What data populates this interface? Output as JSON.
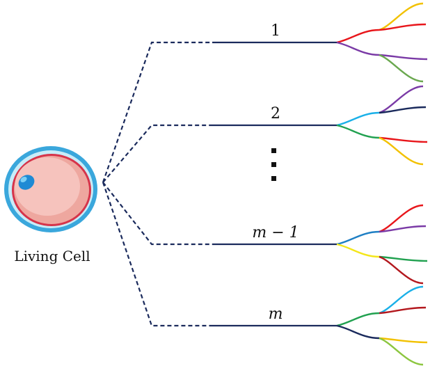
{
  "cell": {
    "label": "Living Cell",
    "colors": {
      "membrane_outer": "#3aa7dc",
      "membrane_inner": "#c8ecf8",
      "body": "#f6c3bd",
      "body_shade": "#eea79f",
      "rim": "#d6344a",
      "nucleus": "#1f8ad4",
      "nucleus_highlight": "#7cd0f5"
    }
  },
  "connector_color": "#1a2a5c",
  "branches": [
    {
      "label": "1",
      "label_italic": false,
      "trunk_colors": [
        "#e8161b",
        "#7a3aa6"
      ],
      "leaf_colors": [
        "#f2c100",
        "#e8161b",
        "#7a3aa6",
        "#6aa84f"
      ]
    },
    {
      "label": "2",
      "label_italic": false,
      "trunk_colors": [
        "#1ab0e8",
        "#21a150"
      ],
      "leaf_colors": [
        "#7a3aa6",
        "#1a2a5c",
        "#e8161b",
        "#f2c100"
      ]
    },
    {
      "label": "m − 1",
      "label_italic": true,
      "trunk_colors": [
        "#1f7fc4",
        "#f4e61a"
      ],
      "leaf_colors": [
        "#e8161b",
        "#7a3aa6",
        "#21a150",
        "#b3181e"
      ]
    },
    {
      "label": "m",
      "label_italic": true,
      "trunk_colors": [
        "#21a150",
        "#1a2a5c"
      ],
      "leaf_colors": [
        "#1ab0e8",
        "#b3181e",
        "#f2c100",
        "#8cc63f"
      ]
    }
  ],
  "ellipsis": "⋮"
}
